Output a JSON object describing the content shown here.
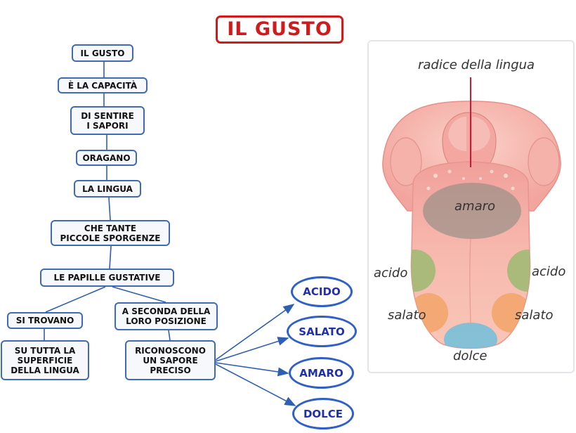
{
  "title": "IL GUSTO",
  "concept_map": {
    "main_chain": [
      "IL GUSTO",
      "È LA CAPACITÀ",
      "DI SENTIRE\nI SAPORI",
      "ORAGANO",
      "LA LINGUA",
      "CHE TANTE\nPICCOLE SPORGENZE",
      "LE PAPILLE GUSTATIVE"
    ],
    "left_branch": [
      "SI TROVANO",
      "SU TUTTA LA\nSUPERFICIE\nDELLA LINGUA"
    ],
    "right_branch": [
      "A SECONDA DELLA\nLORO POSIZIONE",
      "RICONOSCONO\nUN SAPORE\nPRECISO"
    ],
    "tastes": [
      "ACIDO",
      "SALATO",
      "AMARO",
      "DOLCE"
    ]
  },
  "tongue": {
    "labels": {
      "root": "radice della lingua",
      "bitter": "amaro",
      "sour_left": "acido",
      "sour_right": "acido",
      "salty_left": "salato",
      "salty_right": "salato",
      "sweet": "dolce"
    },
    "zone_colors": {
      "bitter": "#8c8c84",
      "sour": "#9cba72",
      "salty": "#f3a56b",
      "sweet": "#79bfd8"
    }
  },
  "colors": {
    "title": "#d21a1a",
    "box_border": "#3e6bb3",
    "oval_border": "#2f5fc8",
    "oval_text": "#1f2fb0",
    "connector": "#2e5fb0"
  }
}
